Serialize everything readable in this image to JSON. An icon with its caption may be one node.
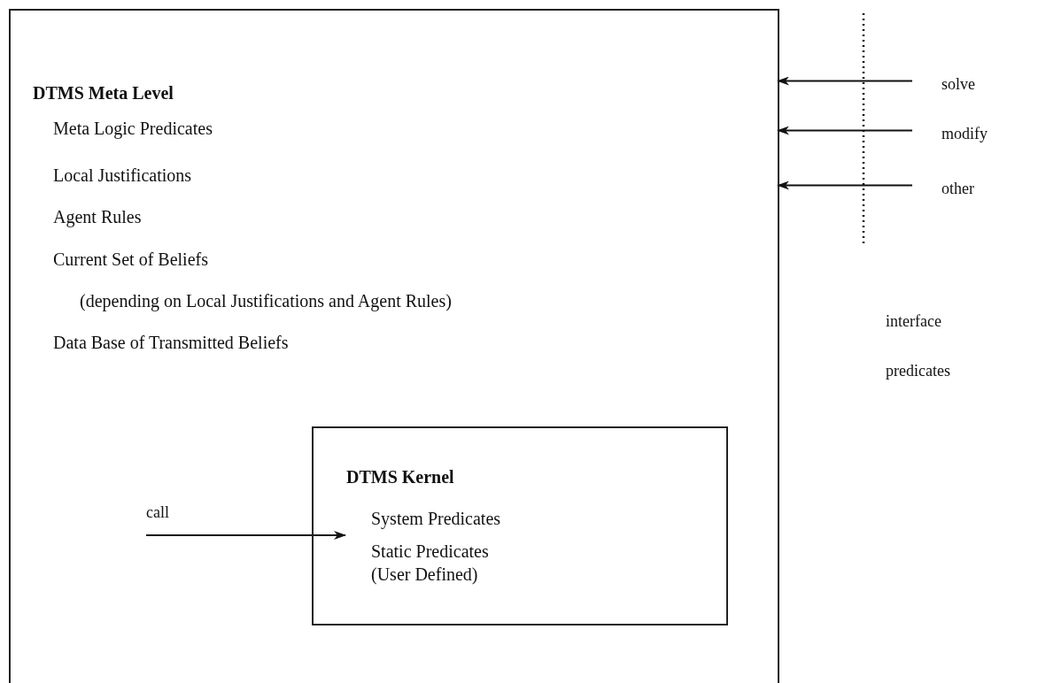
{
  "diagram": {
    "nodes": [
      {
        "text": [
          "DTMS Meta Level",
          "Meta Logic Predicates",
          "Local Justifications",
          "Agent Rules",
          "Current Set of Beliefs",
          "(depending on Local Justifications and Agent Rules)",
          "Data Base of Transmitted Beliefs"
        ]
      },
      {
        "text": [
          "DTMS Kernel",
          "System Predicates",
          "Static Predicates (User Defined)"
        ],
        "in": 0
      },
      {
        "text": [
          "solve"
        ]
      },
      {
        "text": [
          "modify"
        ]
      },
      {
        "text": [
          "other"
        ]
      }
    ],
    "edges": [
      {
        "from": 2,
        "to": 0,
        "arrow": "to"
      },
      {
        "from": 3,
        "to": 0,
        "arrow": "to"
      },
      {
        "from": 4,
        "to": 0,
        "arrow": "to"
      },
      {
        "from": null,
        "to": 1,
        "arrow": "to",
        "label": "call"
      }
    ],
    "labels": [
      "interface predicates"
    ]
  }
}
